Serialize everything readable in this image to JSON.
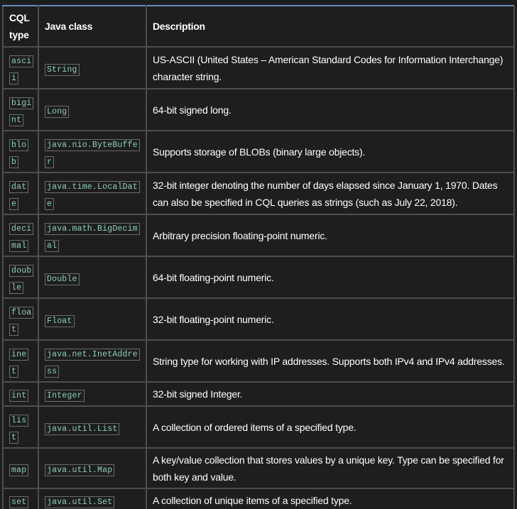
{
  "header": {
    "col1_line1": "CQL",
    "col1_line2": "type",
    "col2": "Java class",
    "col3": "Description"
  },
  "rows": [
    {
      "cql": "ascii",
      "java": "String",
      "desc": "US-ASCII (United States – American Standard Codes for Information Interchange) character string.",
      "h": 59
    },
    {
      "cql": "bigint",
      "java": "Long",
      "desc": "64-bit signed long.",
      "h": 59
    },
    {
      "cql": "blob",
      "java": "java.nio.ByteBuffer",
      "desc": "Supports storage of BLOBs (binary large objects).",
      "h": 59
    },
    {
      "cql": "date",
      "java": "java.time.LocalDate",
      "desc": "32-bit integer denoting the number of days elapsed since January 1, 1970. Dates can also be specified in CQL queries as strings (such as July 22, 2018).",
      "h": 59
    },
    {
      "cql": "decimal",
      "java": "java.math.BigDecimal",
      "desc": "Arbitrary precision floating-point numeric.",
      "h": 59
    },
    {
      "cql": "double",
      "java": "Double",
      "desc": "64-bit floating-point numeric.",
      "h": 59
    },
    {
      "cql": "float",
      "java": "Float",
      "desc": "32-bit floating-point numeric.",
      "h": 59
    },
    {
      "cql": "inet",
      "java": "java.net.InetAddress",
      "desc": "String type for working with IP addresses. Supports both IPv4 and IPv4 addresses.",
      "h": 59
    },
    {
      "cql": "int",
      "java": "Integer",
      "desc": "32-bit signed Integer.",
      "h": 34
    },
    {
      "cql": "list",
      "java": "java.util.List",
      "desc": "A collection of ordered items of a specified type.",
      "h": 59
    },
    {
      "cql": "map",
      "java": "java.util.Map",
      "desc": "A key/value collection that stores values by a unique key. Type can be specified for both key and value.",
      "h": 57
    },
    {
      "cql": "set",
      "java": "java.util.Set",
      "desc": "A collection of unique items of a specified type.",
      "h": 34
    }
  ]
}
